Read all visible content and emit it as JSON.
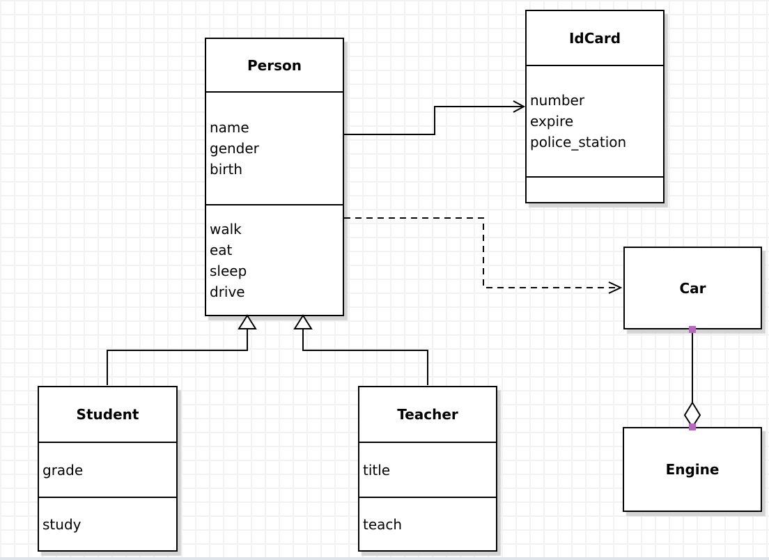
{
  "diagram_type": "uml-class-diagram",
  "classes": {
    "person": {
      "name": "Person",
      "attributes": [
        "name",
        "gender",
        "birth"
      ],
      "methods": [
        "walk",
        "eat",
        "sleep",
        "drive"
      ]
    },
    "idcard": {
      "name": "IdCard",
      "attributes": [
        "number",
        "expire",
        "police_station"
      ],
      "methods": []
    },
    "car": {
      "name": "Car",
      "attributes": [],
      "methods": []
    },
    "engine": {
      "name": "Engine",
      "attributes": [],
      "methods": []
    },
    "student": {
      "name": "Student",
      "attributes": [
        "grade"
      ],
      "methods": [
        "study"
      ]
    },
    "teacher": {
      "name": "Teacher",
      "attributes": [
        "title"
      ],
      "methods": [
        "teach"
      ]
    }
  },
  "relations": [
    {
      "from": "Person",
      "to": "IdCard",
      "type": "association",
      "line_style": "solid",
      "arrowhead": "open-arrow"
    },
    {
      "from": "Person",
      "to": "Car",
      "type": "dependency",
      "line_style": "dashed",
      "arrowhead": "open-arrow"
    },
    {
      "from": "Student",
      "to": "Person",
      "type": "generalization",
      "line_style": "solid",
      "arrowhead": "hollow-triangle"
    },
    {
      "from": "Teacher",
      "to": "Person",
      "type": "generalization",
      "line_style": "solid",
      "arrowhead": "hollow-triangle"
    },
    {
      "from": "Car",
      "to": "Engine",
      "type": "aggregation",
      "line_style": "solid",
      "arrowhead": "hollow-diamond"
    }
  ],
  "colors": {
    "stroke": "#000000",
    "box_fill": "#ffffff",
    "shadow": "#d4d4d4",
    "grid_line": "#f2f2f4",
    "selection_handle": "#b767be",
    "bottom_strip": "#dfe4ea"
  }
}
